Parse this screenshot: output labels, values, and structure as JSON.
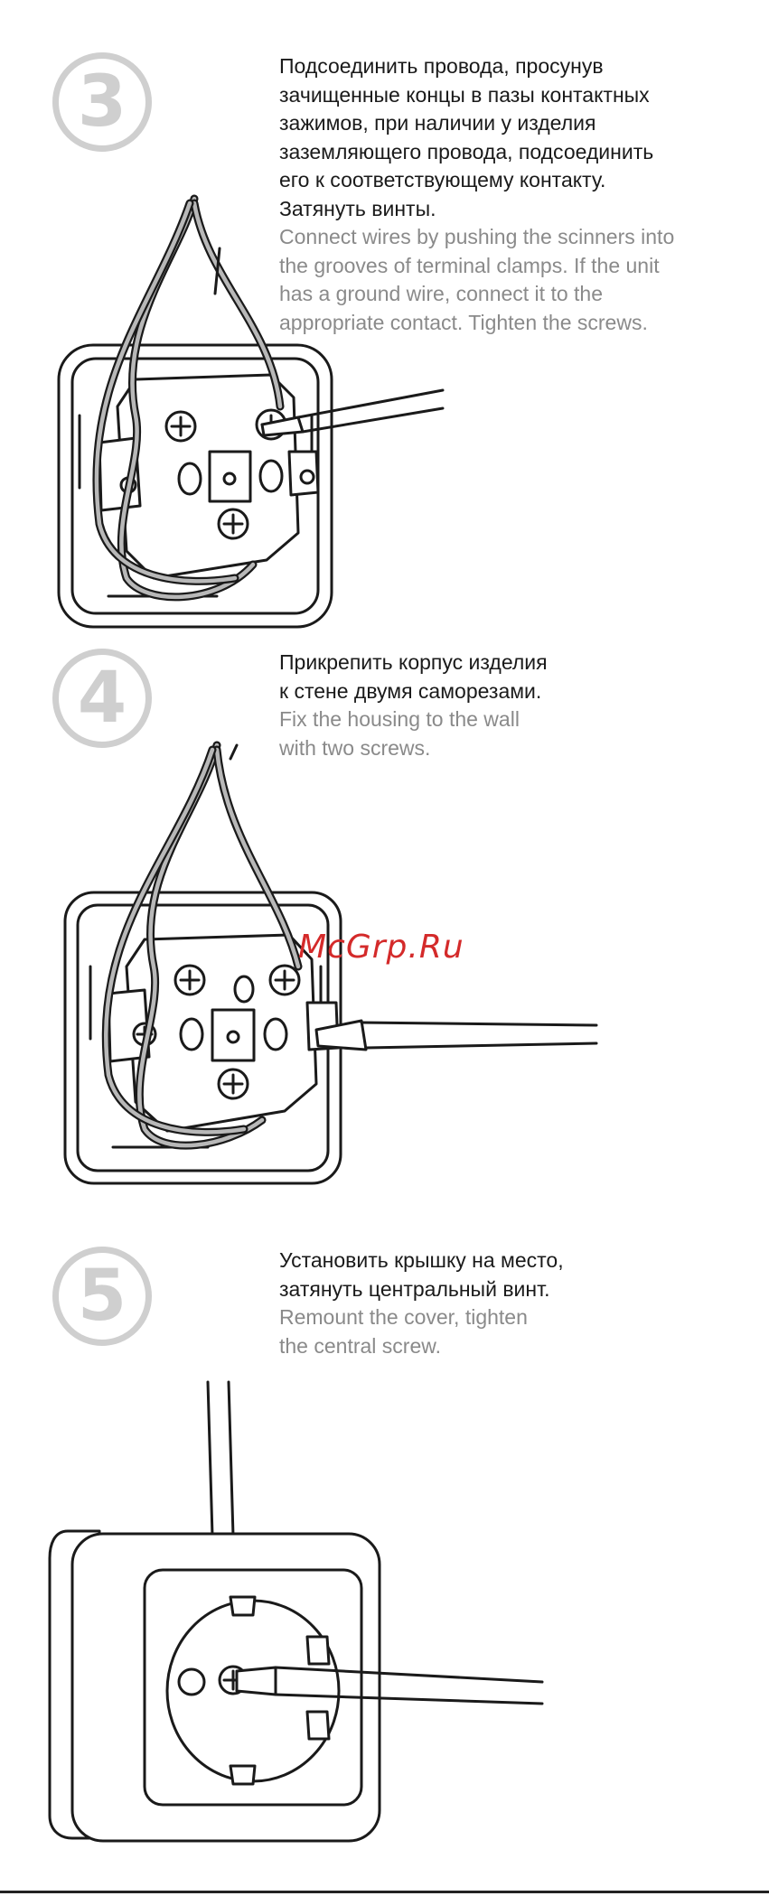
{
  "steps": [
    {
      "number": "3",
      "ru": "Подсоединить провода, просунув\nзачищенные концы в пазы контактных\nзажимов, при наличии у изделия\nзаземляющего провода, подсоединить\nего к соответствующему контакту.\nЗатянуть винты.",
      "en": "Connect wires by pushing the scinners into\nthe grooves of terminal clamps. If the unit\nhas a ground wire, connect it to the\nappropriate contact. Tighten the screws."
    },
    {
      "number": "4",
      "ru": "Прикрепить корпус изделия\nк стене двумя саморезами.",
      "en": "Fix the housing to the wall\nwith two screws."
    },
    {
      "number": "5",
      "ru": "Установить крышку на место,\nзатянуть центральный винт.",
      "en": "Remount the cover, tighten\nthe central screw."
    }
  ],
  "watermark": "McGrp.Ru"
}
